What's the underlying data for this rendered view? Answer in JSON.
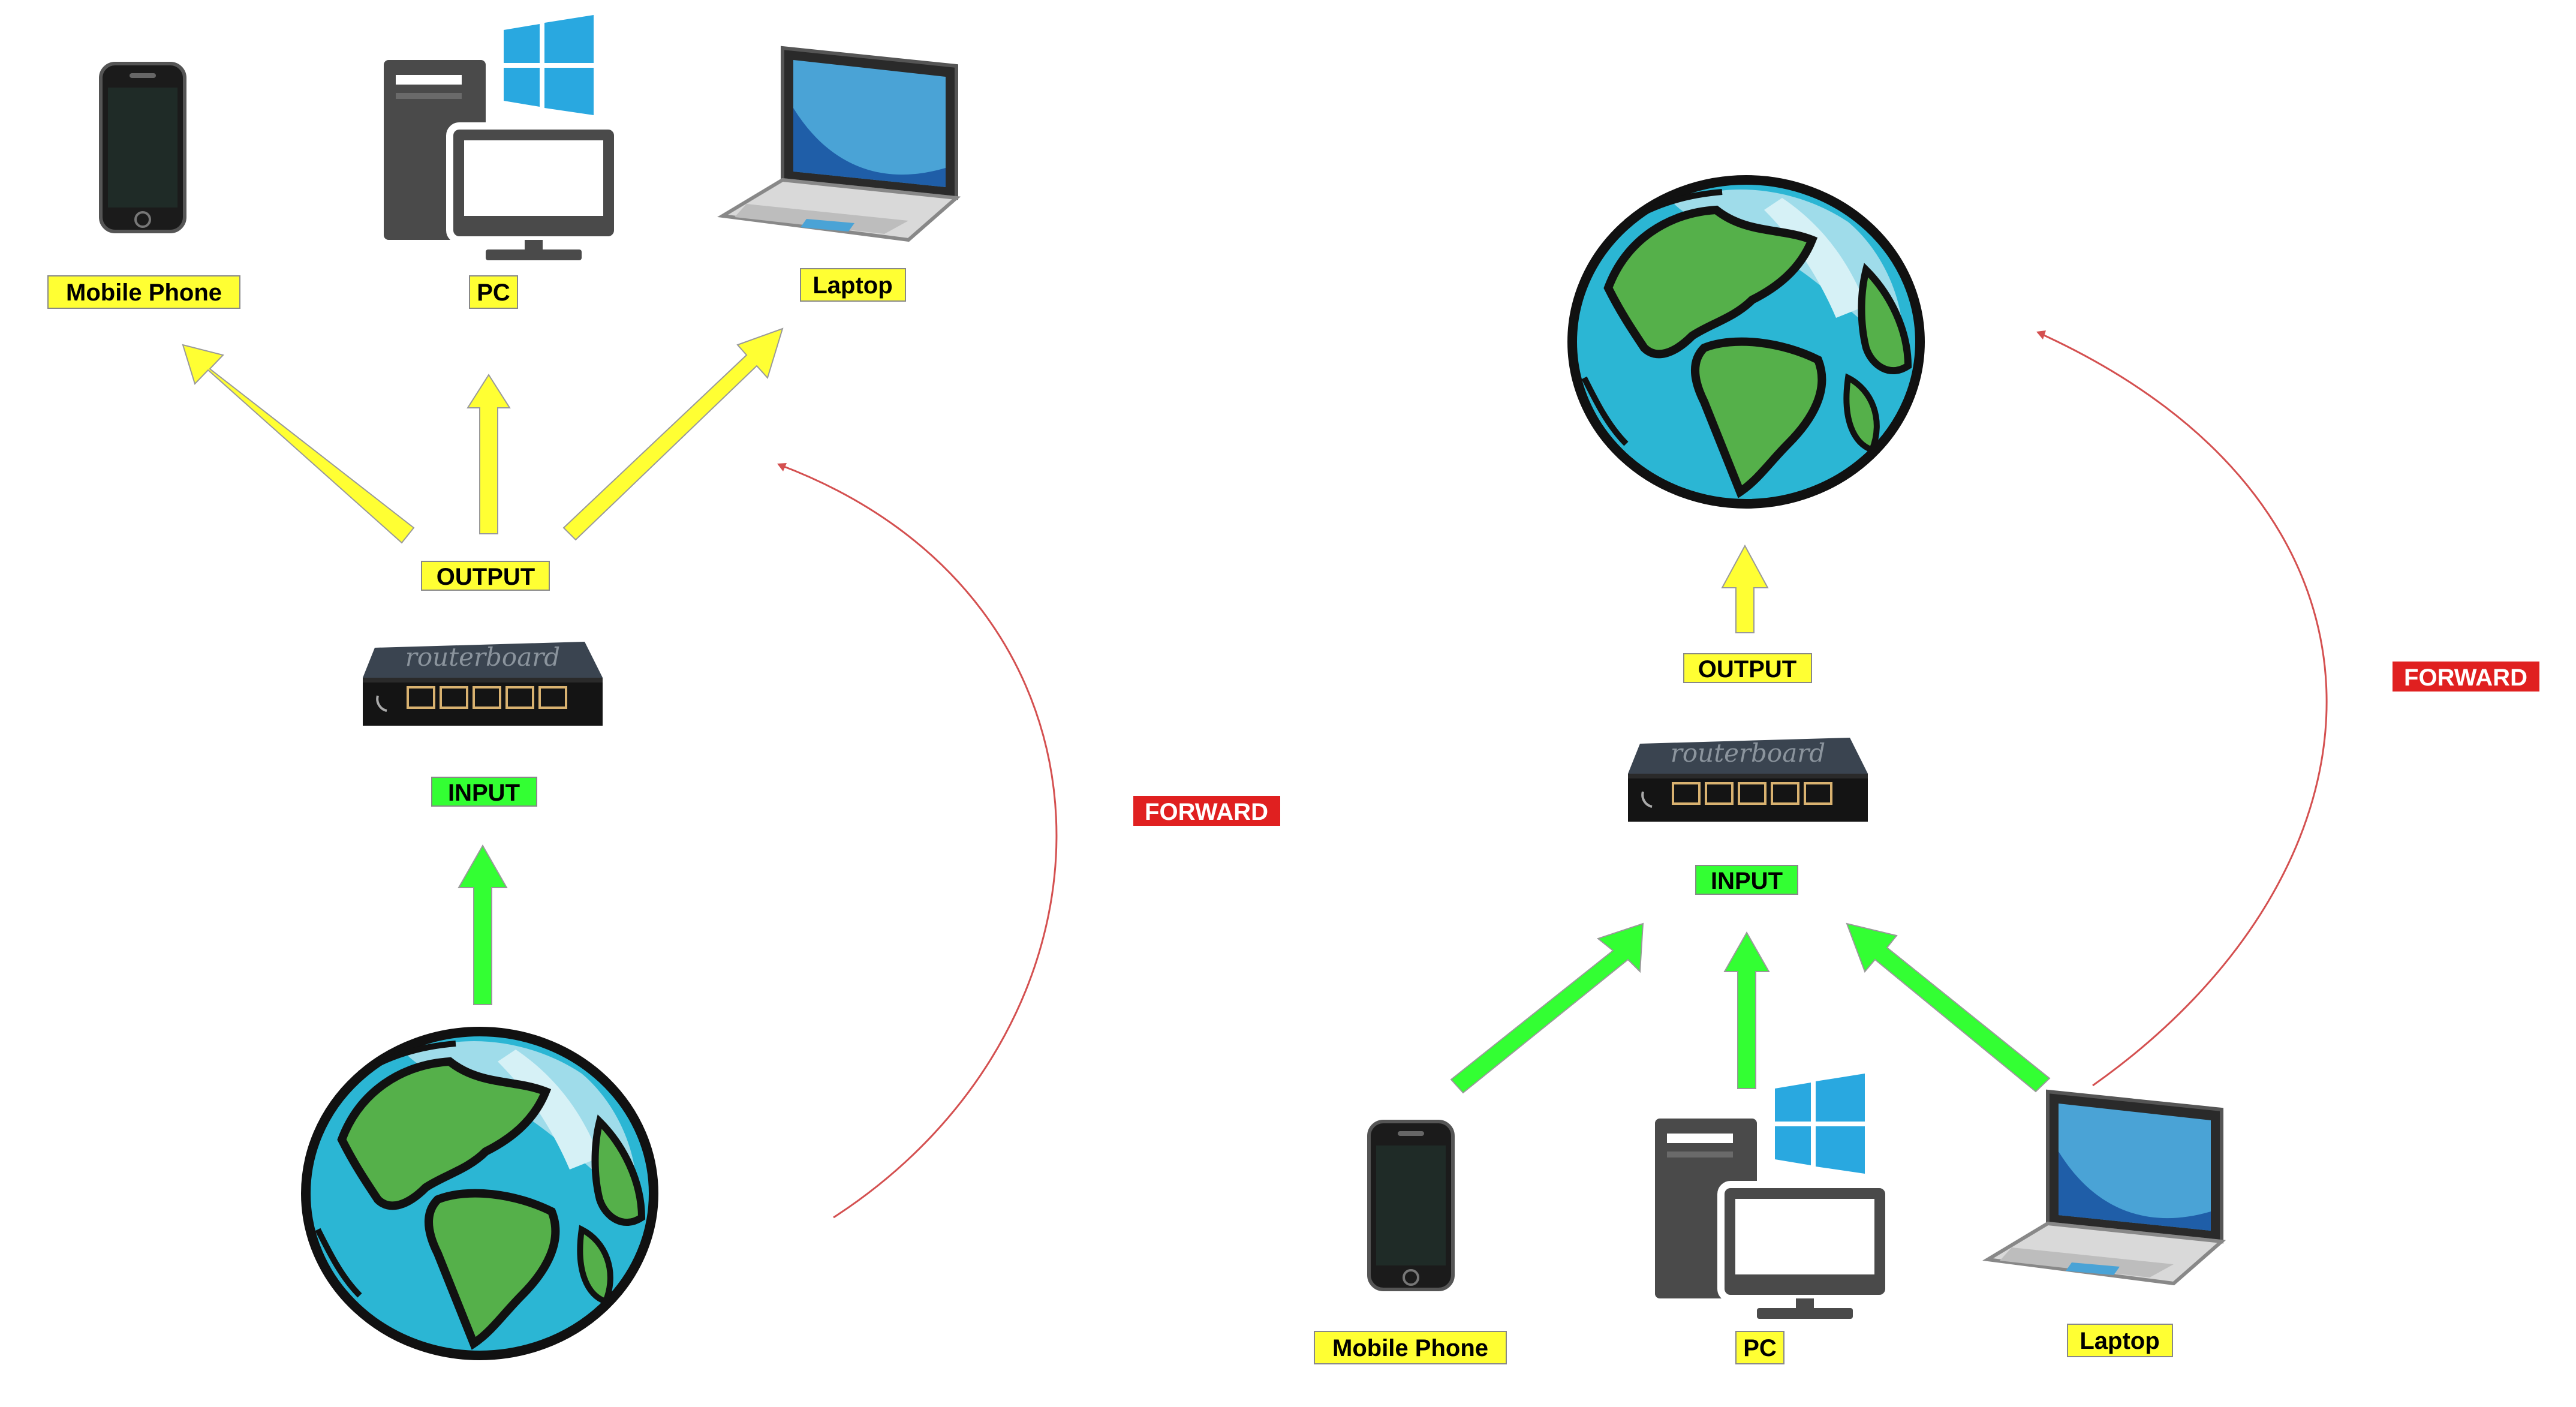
{
  "colors": {
    "label_yellow": "#ffff33",
    "label_green": "#33ff33",
    "label_red": "#e02020",
    "arrow_yellow": "#ffff33",
    "arrow_green": "#33ff33",
    "forward_curve": "#d45050",
    "device_gray": "#4a4a4a",
    "windows_blue": "#29a8e0",
    "ocean": "#2bb6d4",
    "land": "#55b04a"
  },
  "left_panel": {
    "devices": {
      "mobile": {
        "label": "Mobile Phone",
        "icon": "mobile-phone-icon"
      },
      "pc": {
        "label": "PC",
        "icon": "desktop-pc-icon"
      },
      "laptop": {
        "label": "Laptop",
        "icon": "laptop-icon"
      }
    },
    "chain": {
      "output": "OUTPUT",
      "input": "INPUT",
      "forward": "FORWARD"
    },
    "router": {
      "icon": "router-icon"
    },
    "internet": {
      "icon": "globe-icon"
    }
  },
  "right_panel": {
    "devices": {
      "mobile": {
        "label": "Mobile Phone",
        "icon": "mobile-phone-icon"
      },
      "pc": {
        "label": "PC",
        "icon": "desktop-pc-icon"
      },
      "laptop": {
        "label": "Laptop",
        "icon": "laptop-icon"
      }
    },
    "chain": {
      "output": "OUTPUT",
      "input": "INPUT",
      "forward": "FORWARD"
    },
    "router": {
      "icon": "router-icon"
    },
    "internet": {
      "icon": "globe-icon"
    }
  }
}
